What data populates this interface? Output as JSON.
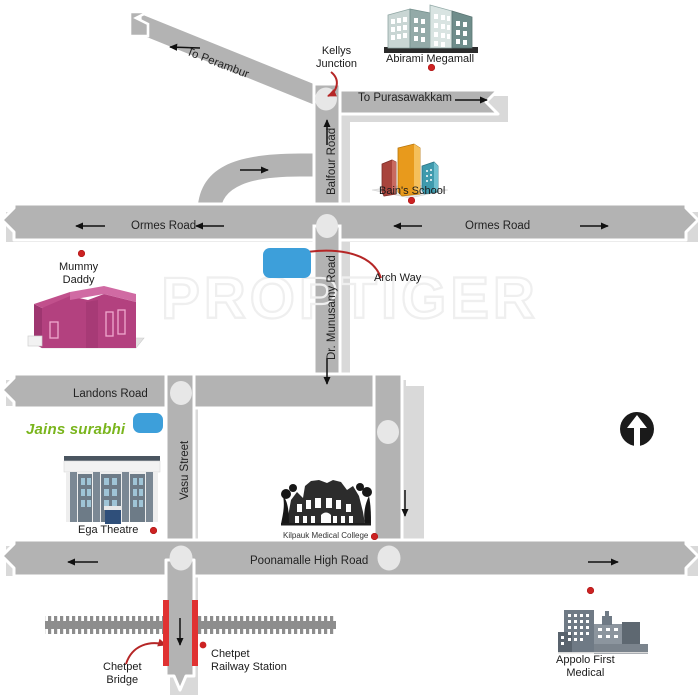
{
  "map": {
    "title": "Jains Surabhi location map",
    "watermark": "PROPTIGER",
    "colors": {
      "road_fill": "#b3b3b3",
      "road_edge": "#ffffff",
      "road_shadow": "#d6d6d6",
      "junction": "#e6e6e6",
      "marker_blue": "#3d9fda",
      "poi_dot_red": "#cc2222",
      "project_green": "#7ab51d",
      "rail_gray": "#8d8d8d",
      "bridge_red": "#e03232",
      "leader_red": "#b52626",
      "watermark_stroke": "#f0f0f0"
    },
    "north_indicator": "north-arrow-icon"
  },
  "roads": [
    {
      "id": "to-perambur",
      "label": "To Perambur",
      "orientation": "diagonal",
      "arrows": [
        "left"
      ]
    },
    {
      "id": "to-purasawakkam",
      "label": "To Purasawakkam",
      "orientation": "horizontal",
      "arrows": [
        "right"
      ]
    },
    {
      "id": "balfour-road",
      "label": "Balfour Road",
      "orientation": "vertical",
      "arrows": [
        "up"
      ]
    },
    {
      "id": "ormes-road-west",
      "label": "Ormes Road",
      "orientation": "horizontal",
      "arrows": [
        "left",
        "left"
      ]
    },
    {
      "id": "ormes-road-east",
      "label": "Ormes Road",
      "orientation": "horizontal",
      "arrows": [
        "left",
        "right"
      ]
    },
    {
      "id": "dr-munusamy-road",
      "label": "Dr. Munusamy Road",
      "orientation": "vertical",
      "arrows": [
        "down"
      ]
    },
    {
      "id": "landons-road",
      "label": "Landons Road",
      "orientation": "horizontal",
      "arrows": []
    },
    {
      "id": "vasu-street",
      "label": "Vasu Street",
      "orientation": "vertical",
      "arrows": []
    },
    {
      "id": "poonamalle-high-road",
      "label": "Poonamalle High Road",
      "orientation": "horizontal",
      "arrows": [
        "left",
        "right"
      ]
    }
  ],
  "junction_labels": [
    {
      "id": "kellys-junction",
      "line1": "Kellys",
      "line2": "Junction"
    },
    {
      "id": "arch-way",
      "line1": "Arch Way",
      "line2": ""
    }
  ],
  "pois": [
    {
      "id": "abirami-megamall",
      "label": "Abirami Megamall",
      "icon": "office-buildings-icon",
      "dot": true
    },
    {
      "id": "bains-school",
      "label": "Bain's School",
      "icon": "books-icon",
      "dot": true
    },
    {
      "id": "mummy-daddy",
      "label": "Mummy\nDaddy",
      "icon": "pink-building-icon",
      "dot": true
    },
    {
      "id": "ega-theatre",
      "label": "Ega Theatre",
      "icon": "theatre-building-icon",
      "dot": true
    },
    {
      "id": "kilpauk-medical-college",
      "label": "Kilpauk Medical College",
      "icon": "heritage-building-icon",
      "dot": true
    },
    {
      "id": "appolo-first-medical",
      "label": "Appolo First\nMedical",
      "icon": "hospital-buildings-icon",
      "dot": true
    }
  ],
  "project": {
    "name": "Jains surabhi",
    "marker": "blue-rounded-marker"
  },
  "rail": {
    "bridge_label": "Chetpet\nBridge",
    "station_label": "Chetpet\nRailway Station"
  },
  "text": {
    "abirami_megamall": "Abirami Megamall",
    "bains_school": "Bain's School",
    "mummy": "Mummy",
    "daddy": "Daddy",
    "ega_theatre": "Ega Theatre",
    "kilpauk_medical_college": "Kilpauk Medical College",
    "appolo_first": "Appolo First",
    "appolo_medical": "Medical",
    "jains_surabhi": "Jains surabhi",
    "to_perambur": "To Perambur",
    "to_purasawakkam": "To Purasawakkam",
    "balfour_road": "Balfour Road",
    "ormes_road_west": "Ormes Road",
    "ormes_road_east": "Ormes Road",
    "dr_munusamy_road": "Dr. Munusamy Road",
    "landons_road": "Landons Road",
    "vasu_street": "Vasu Street",
    "poonamalle_high_road": "Poonamalle High Road",
    "kellys": "Kellys",
    "junction": "Junction",
    "arch_way": "Arch Way",
    "chetpet": "Chetpet",
    "bridge": "Bridge",
    "chetpet2": "Chetpet",
    "railway_station": "Railway Station",
    "watermark": "PROPTIGER"
  }
}
